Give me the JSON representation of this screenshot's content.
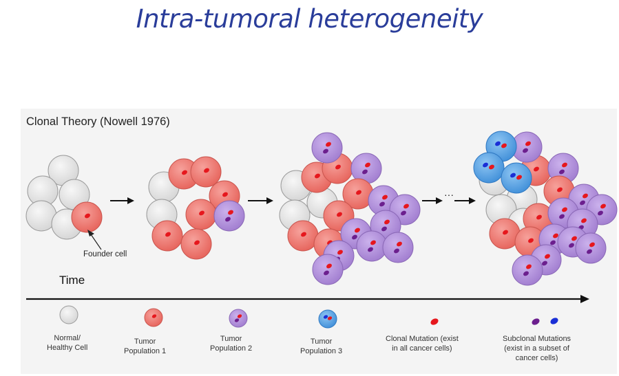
{
  "title": "Intra-tumoral heterogeneity",
  "subtitle": "Clonal Theory (Nowell 1976)",
  "founder_label": "Founder cell",
  "time_label": "Time",
  "arrow_gap": "···",
  "legend": [
    {
      "line1": "Normal/",
      "line2": "Healthy Cell",
      "line3": ""
    },
    {
      "line1": "Tumor",
      "line2": "Population 1",
      "line3": ""
    },
    {
      "line1": "Tumor",
      "line2": "Population 2",
      "line3": ""
    },
    {
      "line1": "Tumor",
      "line2": "Population 3",
      "line3": ""
    },
    {
      "line1": "Clonal Mutation (exist",
      "line2": "in all cancer cells)",
      "line3": ""
    },
    {
      "line1": "Subclonal Mutations",
      "line2": "(exist in a subset of",
      "line3": "cancer cells)"
    }
  ],
  "colors": {
    "title": "#2a3d9a",
    "normal_fill": "#e6e6e6",
    "pop1_fill": "#ef7f78",
    "pop2_fill": "#b693dd",
    "pop3_fill": "#5fa8e6",
    "clonal_mutation": "#e6171d",
    "subclonal_purple": "#6c1f8e",
    "subclonal_blue": "#1a2fd6"
  }
}
